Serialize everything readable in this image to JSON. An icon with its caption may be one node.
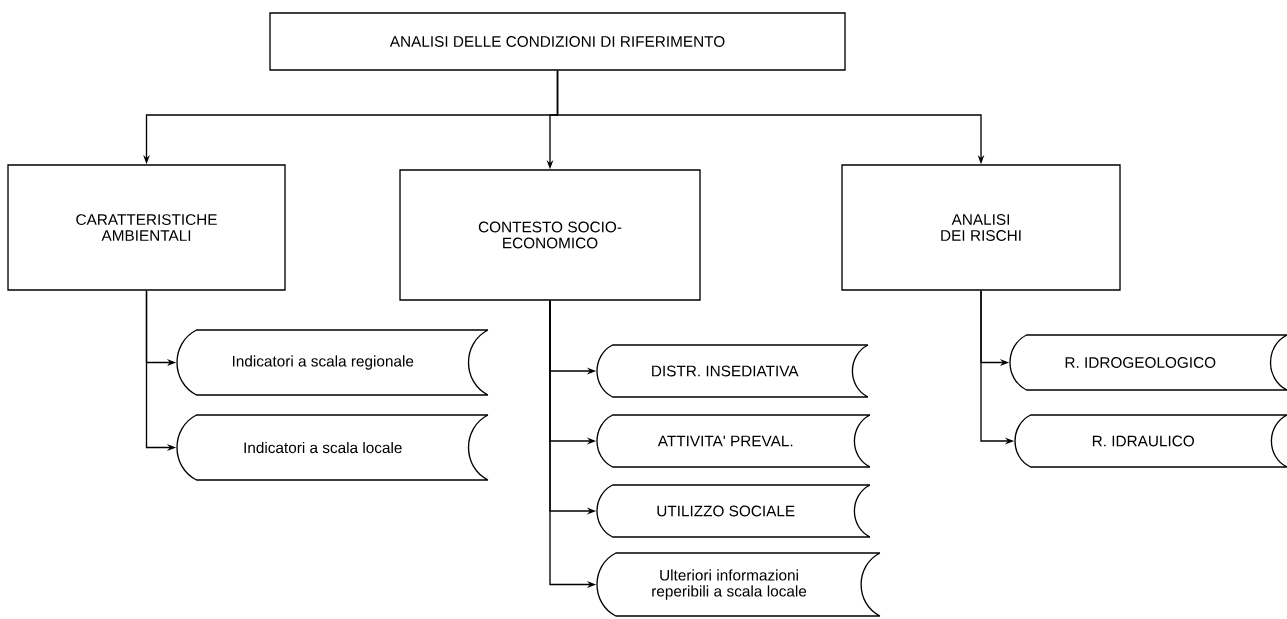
{
  "diagram": {
    "nodes": [
      {
        "text": [
          "ANALISI DELLE CONDIZIONI DI RIFERIMENTO"
        ]
      },
      {
        "text": [
          "CARATTERISTICHE AMBIENTALI"
        ]
      },
      {
        "text": [
          "CONTESTO SOCIO-ECONOMICO"
        ]
      },
      {
        "text": [
          "ANALISI DEI RISCHI"
        ]
      },
      {
        "text": [
          "Indicatori a scala regionale"
        ]
      },
      {
        "text": [
          "Indicatori a scala locale"
        ]
      },
      {
        "text": [
          "DISTR. INSEDIATIVA"
        ]
      },
      {
        "text": [
          "ATTIVITA' PREVAL."
        ]
      },
      {
        "text": [
          "UTILIZZO SOCIALE"
        ]
      },
      {
        "text": [
          "Ulteriori informazioni reperibili a scala locale"
        ]
      },
      {
        "text": [
          "R. IDROGEOLOGICO"
        ]
      },
      {
        "text": [
          "R. IDRAULICO"
        ]
      }
    ],
    "edges": [
      {
        "from": 0,
        "to": 1,
        "arrow": "to"
      },
      {
        "from": 0,
        "to": 2,
        "arrow": "to"
      },
      {
        "from": 0,
        "to": 3,
        "arrow": "to"
      },
      {
        "from": 1,
        "to": 4,
        "arrow": "to"
      },
      {
        "from": 1,
        "to": 5,
        "arrow": "to"
      },
      {
        "from": 2,
        "to": 6,
        "arrow": "to"
      },
      {
        "from": 2,
        "to": 7,
        "arrow": "to"
      },
      {
        "from": 2,
        "to": 8,
        "arrow": "to"
      },
      {
        "from": 2,
        "to": 9,
        "arrow": "to"
      },
      {
        "from": 3,
        "to": 10,
        "arrow": "to"
      },
      {
        "from": 3,
        "to": 11,
        "arrow": "to"
      }
    ]
  }
}
